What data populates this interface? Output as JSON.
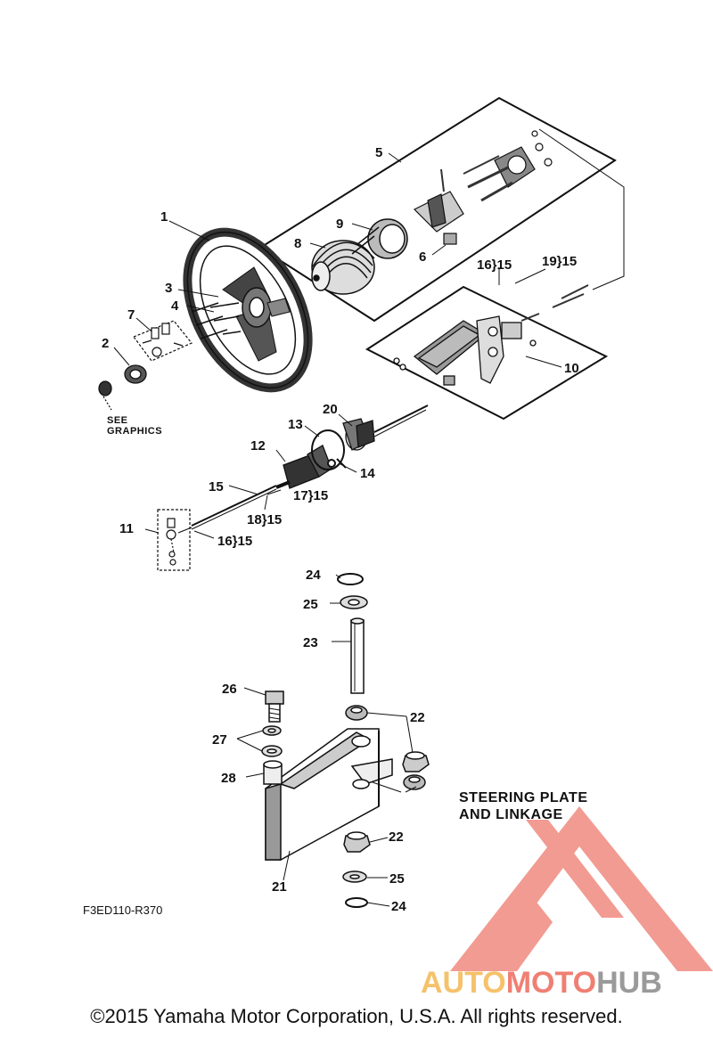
{
  "diagram": {
    "code": "F3ED110-R370",
    "title_line1": "STEERING PLATE",
    "title_line2": "AND LINKAGE",
    "see_graphics_line1": "SEE",
    "see_graphics_line2": "GRAPHICS",
    "callouts": {
      "p1": "1",
      "p2": "2",
      "p3": "3",
      "p4": "4",
      "p5": "5",
      "p6": "6",
      "p7": "7",
      "p8": "8",
      "p9": "9",
      "p10": "10",
      "p11": "11",
      "p12": "12",
      "p13": "13",
      "p14": "14",
      "p15": "15",
      "p16a": "16}15",
      "p16b": "16}15",
      "p17": "17}15",
      "p18": "18}15",
      "p19": "19}15",
      "p20": "20",
      "p21": "21",
      "p22a": "22",
      "p22b": "22",
      "p23": "23",
      "p24a": "24",
      "p24b": "24",
      "p25a": "25",
      "p25b": "25",
      "p26": "26",
      "p27": "27",
      "p28": "28"
    }
  },
  "watermark": {
    "part1": "AUTO",
    "part2": "MOTO",
    "part3": "HUB",
    "color_auto": "#f5c26b",
    "color_moto": "#f07f73",
    "color_hub": "#9a9a9a",
    "logo_color": "#f08a80"
  },
  "footer": {
    "copyright": "©2015 Yamaha Motor Corporation, U.S.A. All rights reserved."
  }
}
